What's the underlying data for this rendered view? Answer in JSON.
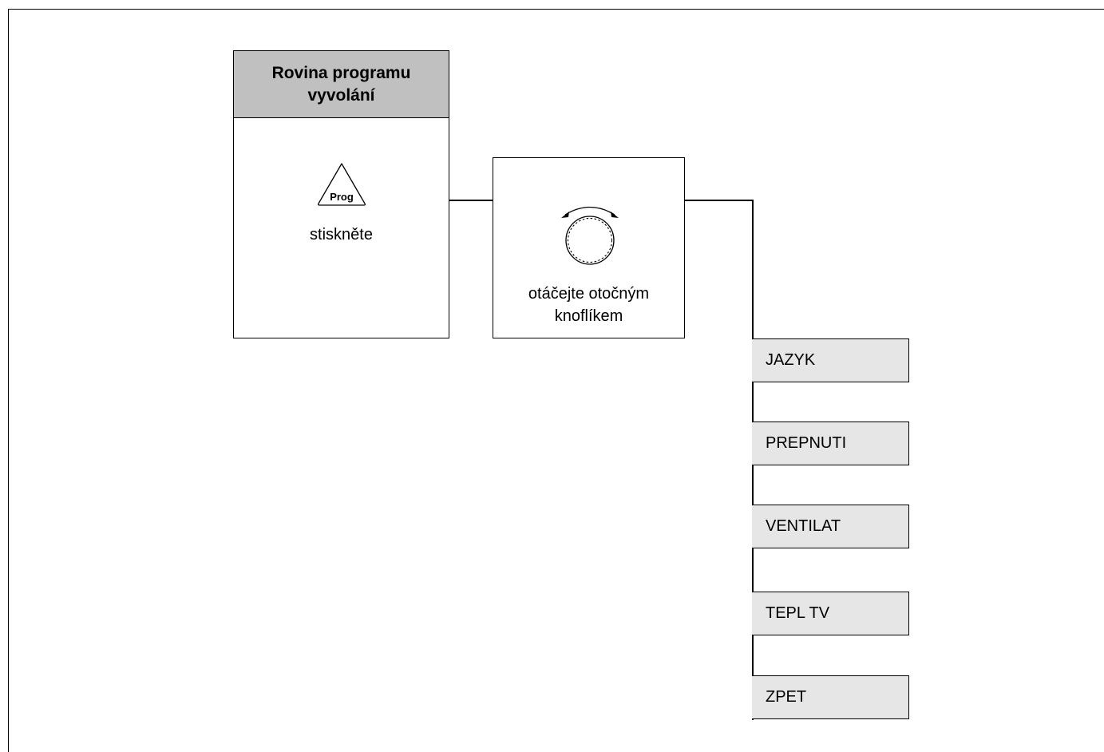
{
  "program_level": {
    "header": "Rovina programu\nvyvolání",
    "button_label": "Prog",
    "action": "stiskněte"
  },
  "knob": {
    "action": "otáčejte otočným\nknoflíkem"
  },
  "menu_items": [
    "JAZYK",
    "PREPNUTI",
    "VENTILAT",
    "TEPL TV",
    "ZPET"
  ],
  "colors": {
    "header_fill": "#c0c0c0",
    "menu_fill": "#e6e6e6"
  }
}
